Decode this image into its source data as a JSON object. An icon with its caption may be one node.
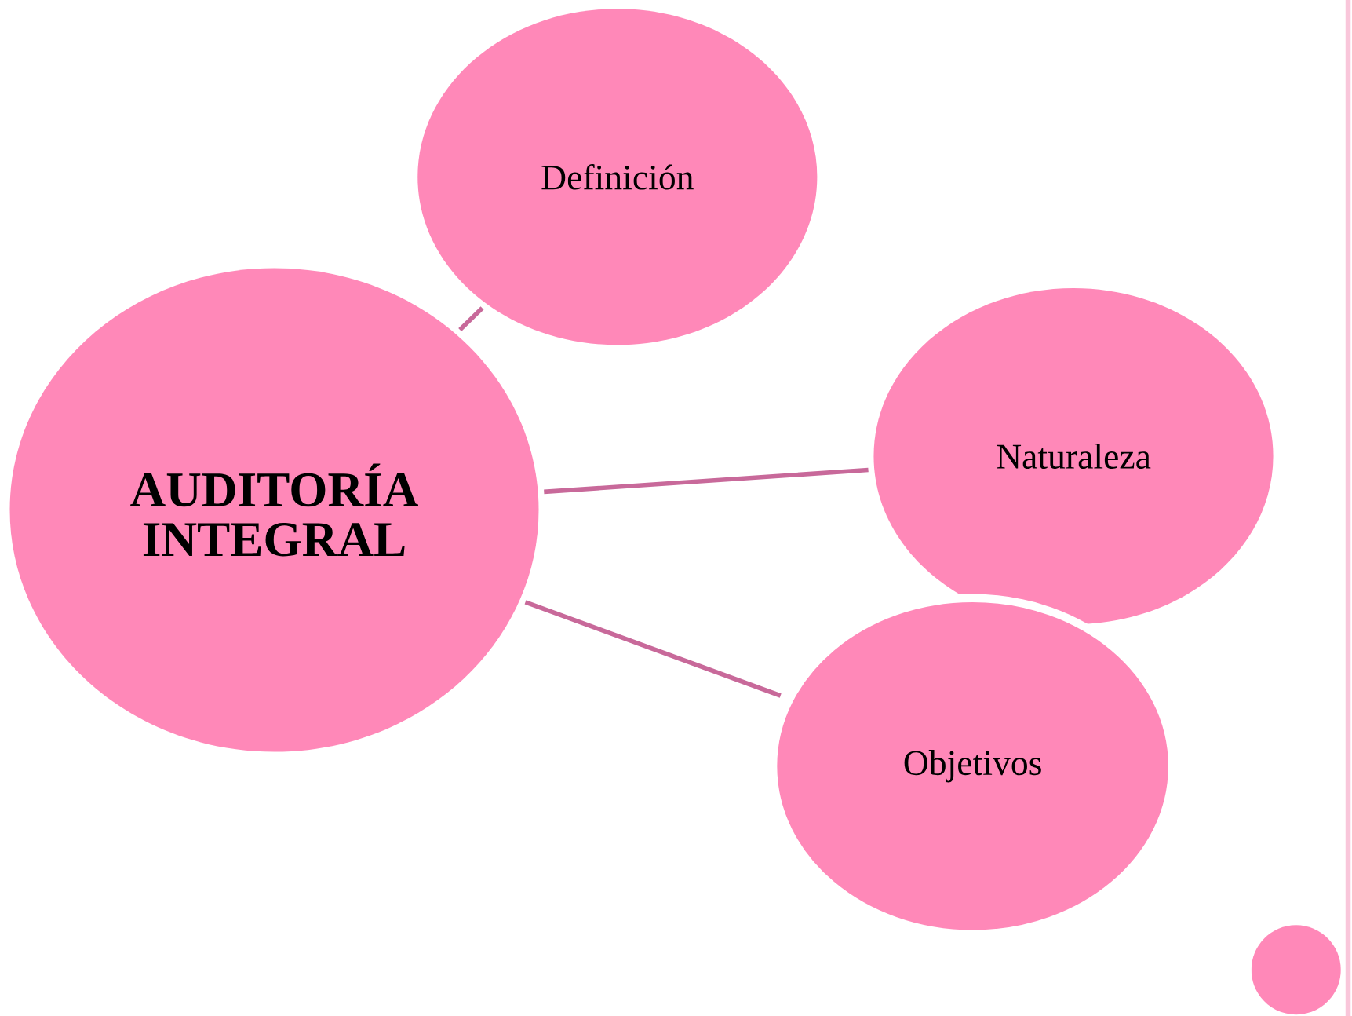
{
  "diagram": {
    "nodes": [
      {
        "text": [
          "AUDITORÍA INTEGRAL"
        ]
      },
      {
        "text": [
          "Definición"
        ]
      },
      {
        "text": [
          "Naturaleza"
        ]
      },
      {
        "text": [
          "Objetivos"
        ]
      },
      {
        "text": [],
        "shape": "circle"
      }
    ],
    "edges": [
      {
        "from": 0,
        "to": 1,
        "arrow": "none"
      },
      {
        "from": 0,
        "to": 2,
        "arrow": "none"
      },
      {
        "from": 0,
        "to": 3,
        "arrow": "none"
      }
    ]
  }
}
